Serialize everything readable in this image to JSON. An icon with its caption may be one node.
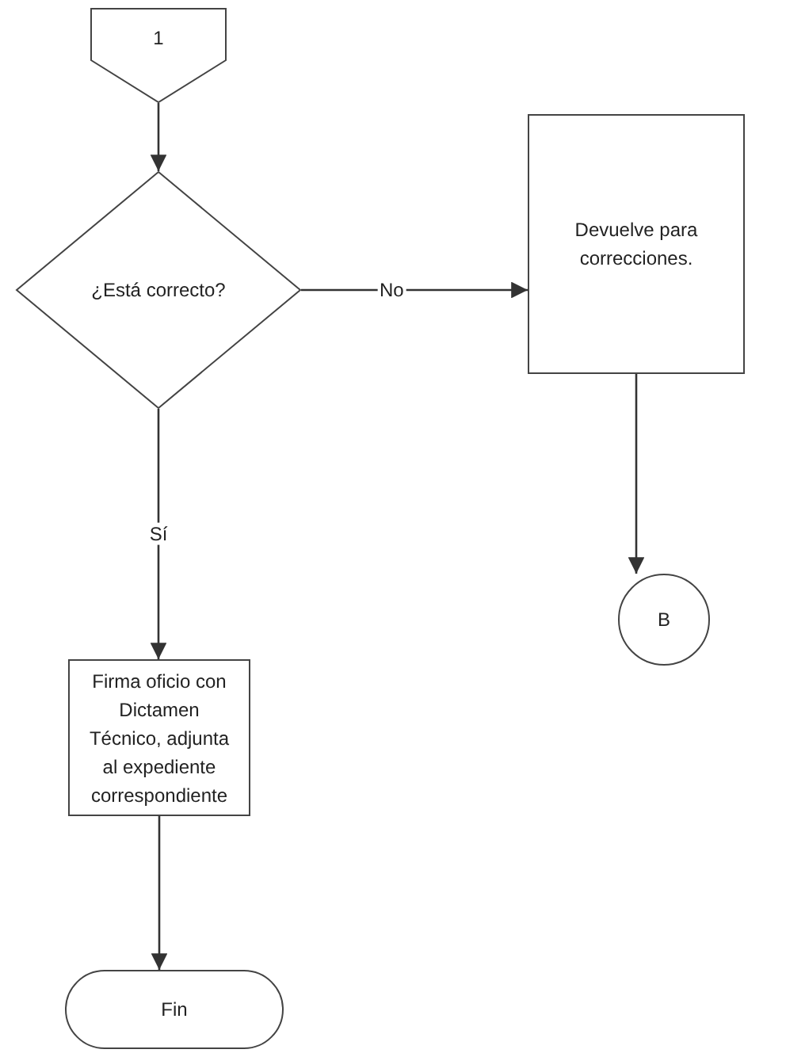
{
  "diagram": {
    "nodes": [
      {
        "text": [
          "1"
        ]
      },
      {
        "text": [
          "¿Está correcto?"
        ]
      },
      {
        "text": [
          "Devuelve para correcciones."
        ]
      },
      {
        "text": [
          "B"
        ]
      },
      {
        "text": [
          "Firma oficio con Dictamen Técnico, adjunta al expediente correspondiente"
        ]
      },
      {
        "text": [
          "Fin"
        ]
      }
    ],
    "edges": [
      {
        "from": 0,
        "to": 1,
        "arrow": "to"
      },
      {
        "from": 1,
        "to": 2,
        "arrow": "to",
        "label": "No"
      },
      {
        "from": 2,
        "to": 3,
        "arrow": "to"
      },
      {
        "from": 1,
        "to": 4,
        "arrow": "to",
        "label": "Sí"
      },
      {
        "from": 4,
        "to": 5,
        "arrow": "to"
      }
    ]
  }
}
